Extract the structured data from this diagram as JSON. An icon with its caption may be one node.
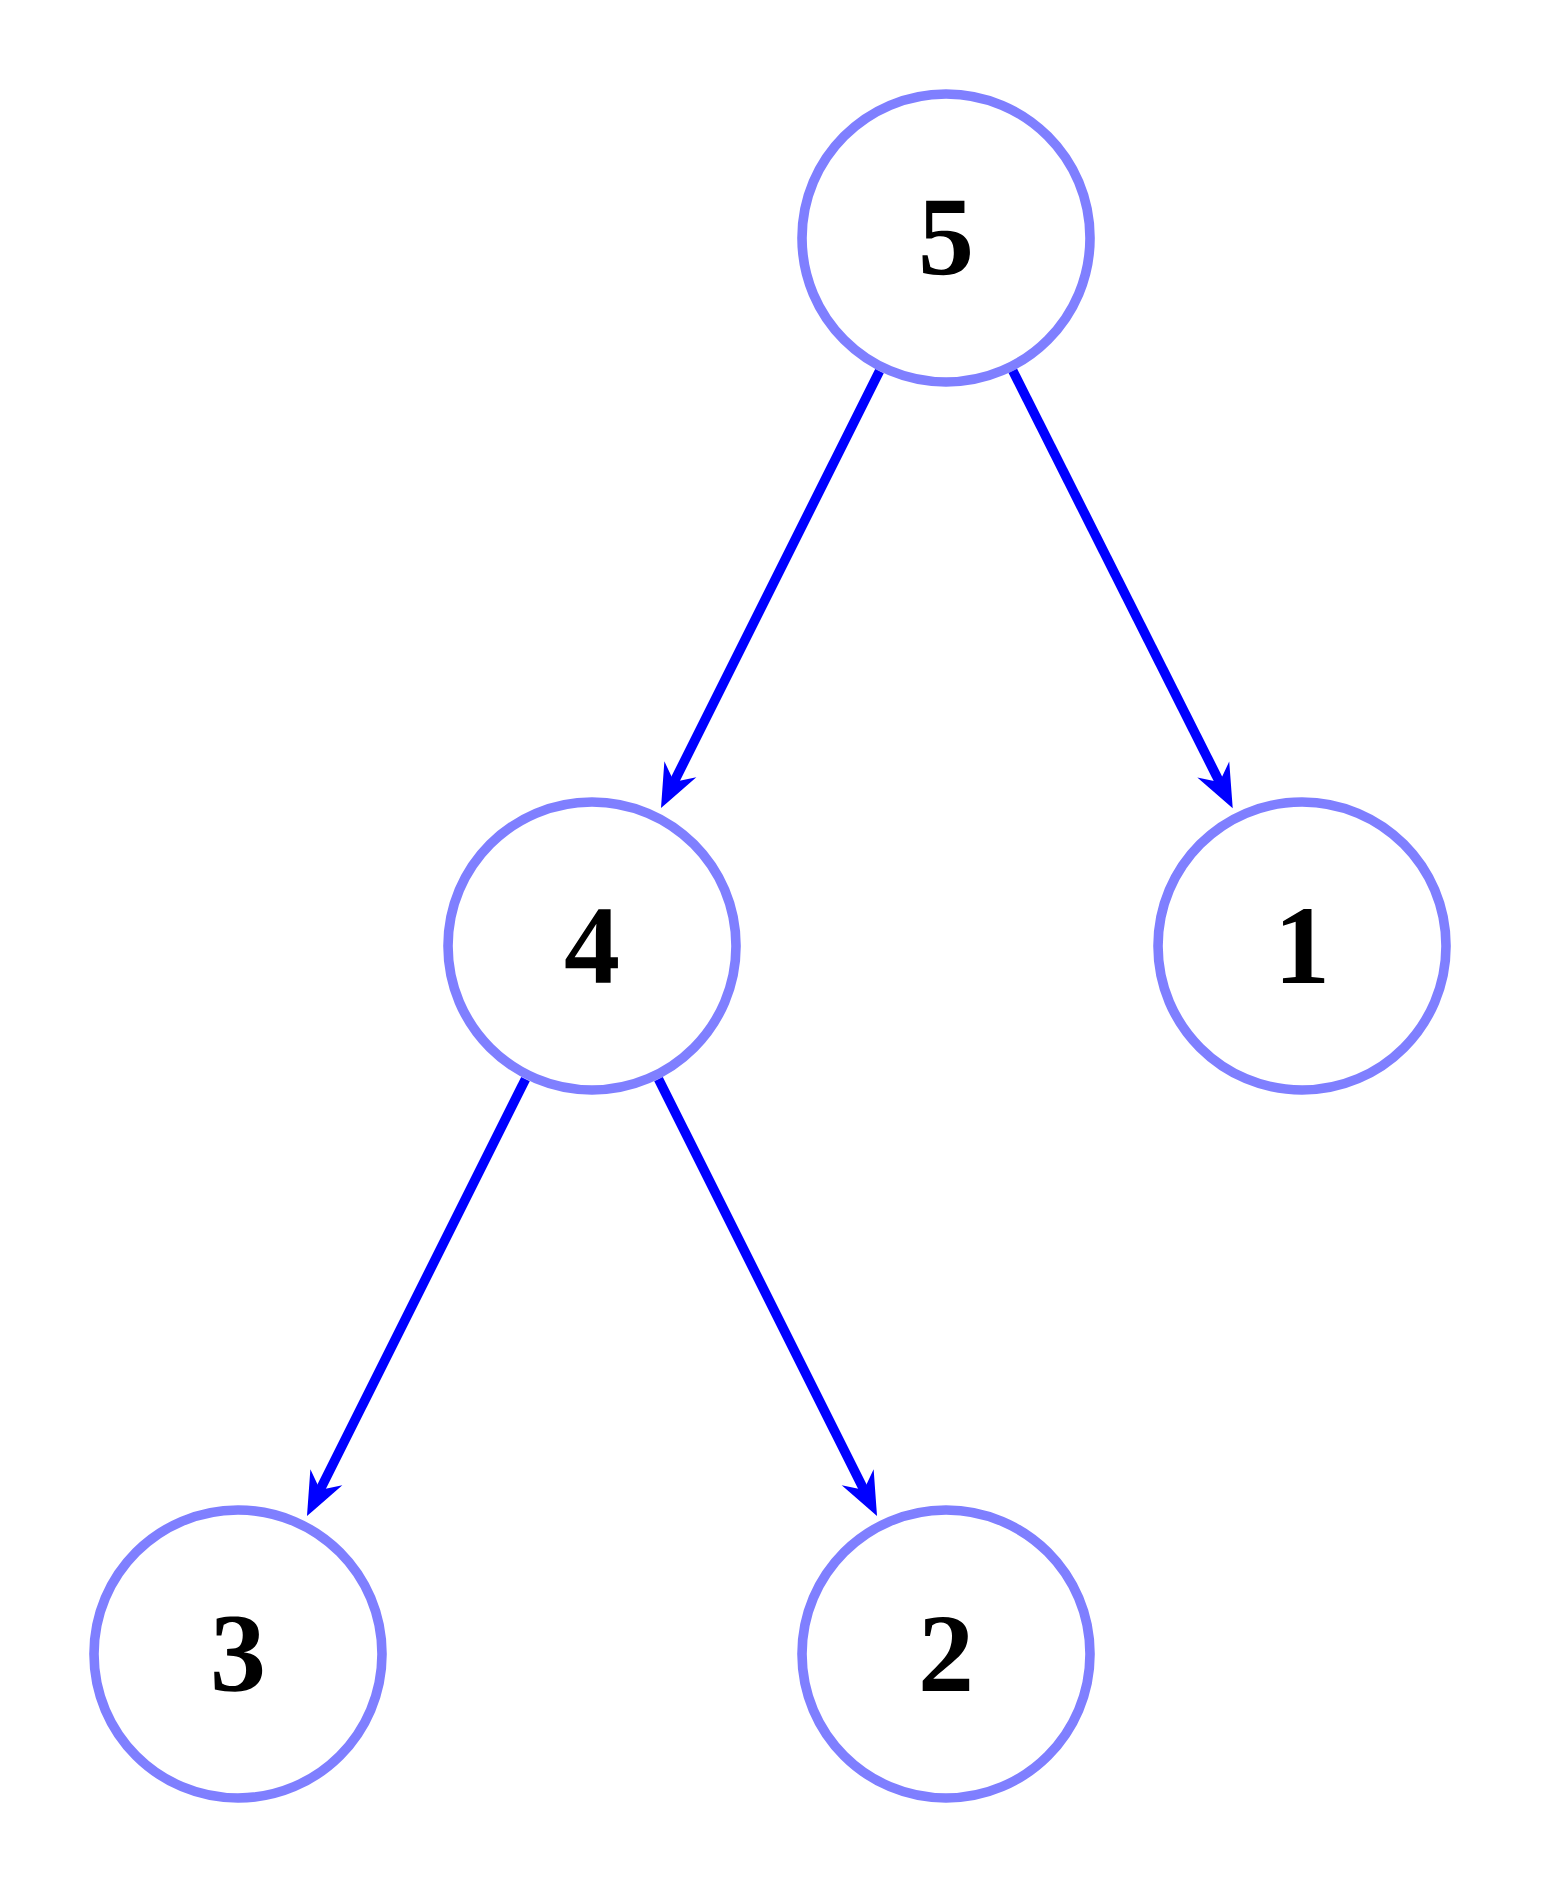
{
  "diagram": {
    "nodes": [
      {
        "text": [
          "5"
        ]
      },
      {
        "text": [
          "4"
        ]
      },
      {
        "text": [
          "1"
        ]
      },
      {
        "text": [
          "3"
        ]
      },
      {
        "text": [
          "2"
        ]
      }
    ],
    "edges": [
      {
        "from": 0,
        "to": 1,
        "arrow": "to"
      },
      {
        "from": 0,
        "to": 2,
        "arrow": "to"
      },
      {
        "from": 1,
        "to": 3,
        "arrow": "to"
      },
      {
        "from": 1,
        "to": 4,
        "arrow": "to"
      }
    ]
  }
}
